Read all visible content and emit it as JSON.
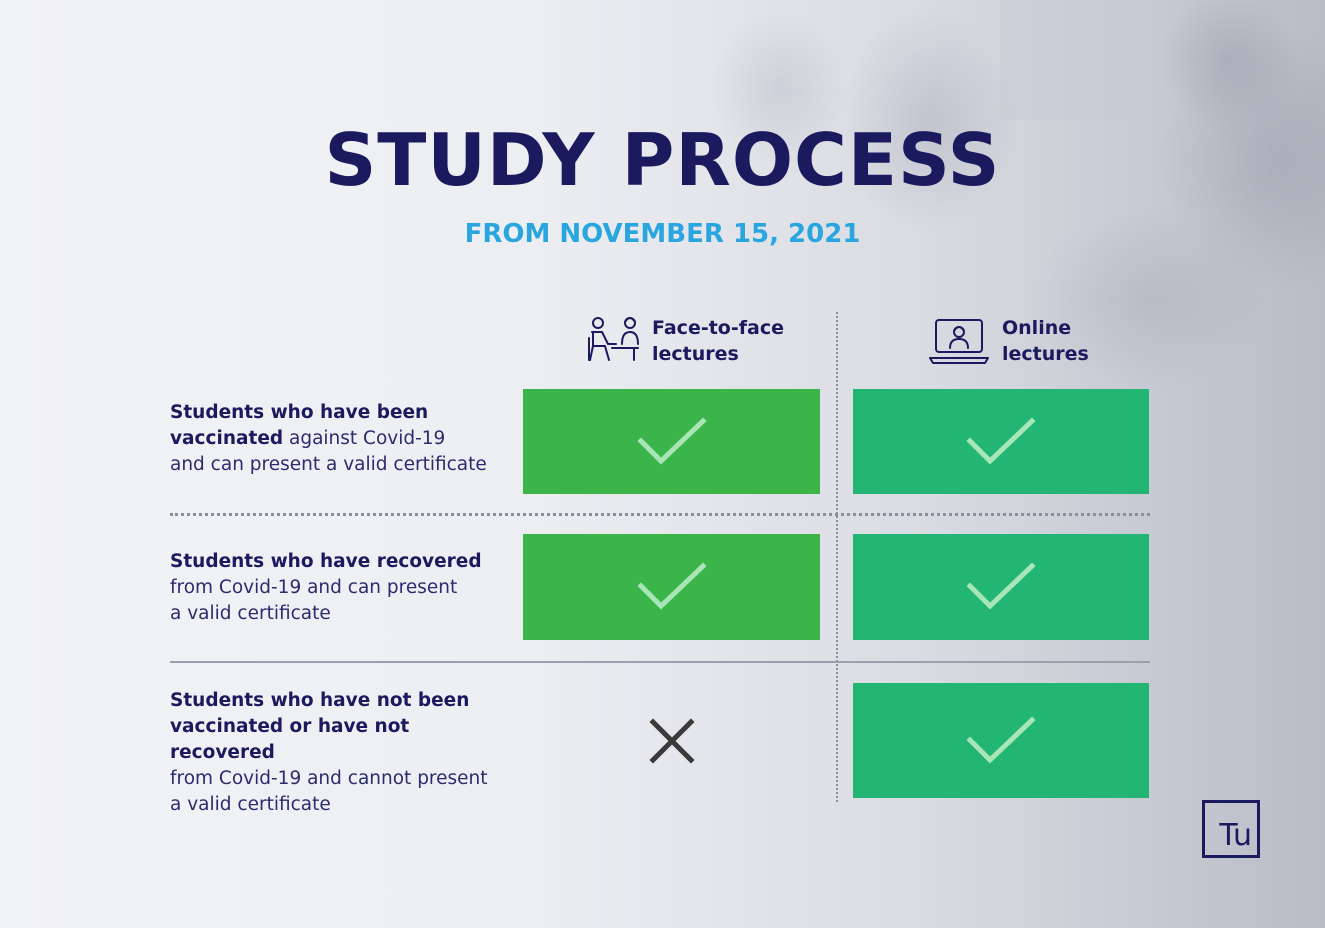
{
  "title": "STUDY PROCESS",
  "subtitle": "FROM NOVEMBER 15, 2021",
  "columns": [
    {
      "line1": "Face-to-face",
      "line2": "lectures",
      "icon": "classroom-icon"
    },
    {
      "line1": "Online",
      "line2": "lectures",
      "icon": "laptop-icon"
    }
  ],
  "rows": [
    {
      "bold1": "Students who have been",
      "bold2": "vaccinated",
      "rest2": " against Covid-19",
      "line3": "and can present a valid certificate",
      "face_to_face": "allowed",
      "online": "allowed"
    },
    {
      "bold1": "Students who have recovered",
      "line2": "from Covid-19 and can present",
      "line3": "a valid certificate",
      "face_to_face": "allowed",
      "online": "allowed"
    },
    {
      "bold1": "Students who have not been",
      "bold2": "vaccinated or have not recovered",
      "line3": "from Covid-19 and cannot present",
      "line4": "a valid certificate",
      "face_to_face": "not-allowed",
      "online": "allowed"
    }
  ],
  "logo": "Tu",
  "colors": {
    "title": "#1b1a5e",
    "subtitle": "#2aa6df",
    "face_to_face_cell": "#3bb54a",
    "online_cell": "#23b574",
    "check": "#a8e6b8",
    "cross": "#3a3a3a"
  }
}
